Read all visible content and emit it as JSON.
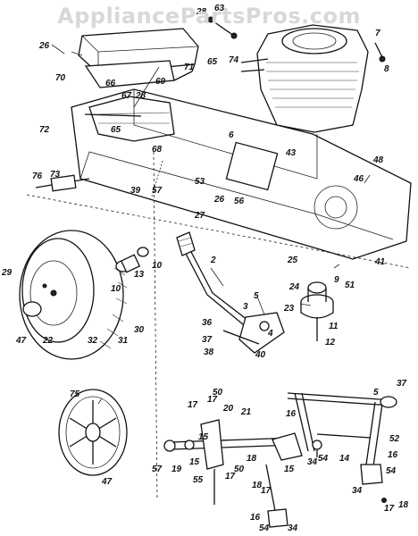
{
  "watermark": "AppliancePartsPros.com",
  "parts": {
    "p26a": "26",
    "p28a": "28",
    "p63": "63",
    "p7": "7",
    "p70": "70",
    "p71": "71",
    "p65a": "65",
    "p74": "74",
    "p8": "8",
    "p66": "66",
    "p69": "69",
    "p67": "67",
    "p28b": "28",
    "p72": "72",
    "p65b": "65",
    "p6": "6",
    "p43": "43",
    "p68": "68",
    "p48": "48",
    "p73": "73",
    "p76": "76",
    "p39": "39",
    "p57a": "57",
    "p53": "53",
    "p46": "46",
    "p56": "56",
    "p26b": "26",
    "p27": "27",
    "p25": "25",
    "p13": "13",
    "p10a": "10",
    "p10b": "10",
    "p2": "2",
    "p41": "41",
    "p29": "29",
    "p9": "9",
    "p51": "51",
    "p24": "24",
    "p5a": "5",
    "p23": "23",
    "p11": "11",
    "p12": "12",
    "p36": "36",
    "p3": "3",
    "p4": "4",
    "p30": "30",
    "p37a": "37",
    "p38": "38",
    "p40": "40",
    "p47a": "47",
    "p22": "22",
    "p32": "32",
    "p31": "31",
    "p75": "75",
    "p37b": "37",
    "p5b": "5",
    "p50a": "50",
    "p17a": "17",
    "p17b": "17",
    "p20": "20",
    "p21": "21",
    "p16a": "16",
    "p52": "52",
    "p15a": "15",
    "p16b": "16",
    "p14": "14",
    "p47b": "47",
    "p57b": "57",
    "p19": "19",
    "p15b": "15",
    "p50b": "50",
    "p18a": "18",
    "p34a": "34",
    "p54a": "54",
    "p55": "55",
    "p17c": "17",
    "p18b": "18",
    "p17d": "17",
    "p15c": "15",
    "p54b": "54",
    "p34b": "34",
    "p17e": "17",
    "p18c": "18",
    "p16c": "16",
    "p54c": "54",
    "p34c": "34"
  }
}
